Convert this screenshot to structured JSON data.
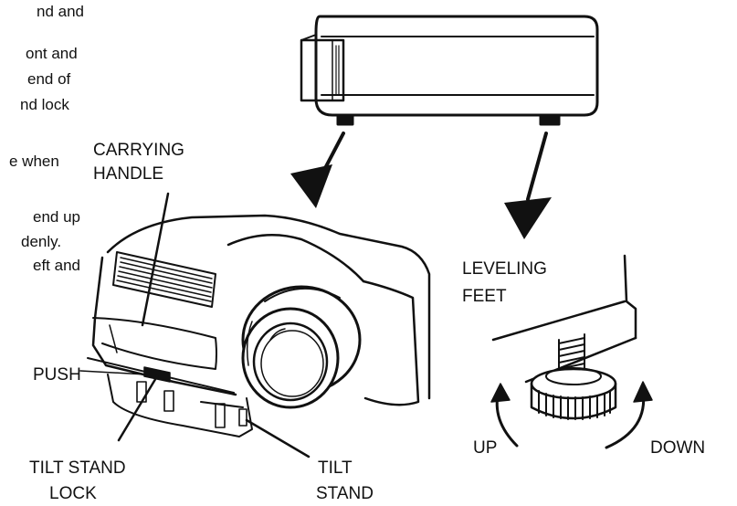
{
  "page_text": {
    "line1": "nd and",
    "line2": "ont and",
    "line3": "end of",
    "line4": "nd lock",
    "line5": "e  when",
    "line6": "end up",
    "line7": "denly.",
    "line8": "eft and"
  },
  "labels": {
    "carrying_handle_1": "CARRYING",
    "carrying_handle_2": "HANDLE",
    "leveling_feet_1": "LEVELING",
    "leveling_feet_2": "FEET",
    "push": "PUSH",
    "tilt_stand_lock_1": "TILT STAND",
    "tilt_stand_lock_2": "LOCK",
    "tilt_stand_1": "TILT",
    "tilt_stand_2": "STAND",
    "up": "UP",
    "down": "DOWN"
  },
  "colors": {
    "ink": "#111111",
    "paper": "#ffffff"
  }
}
